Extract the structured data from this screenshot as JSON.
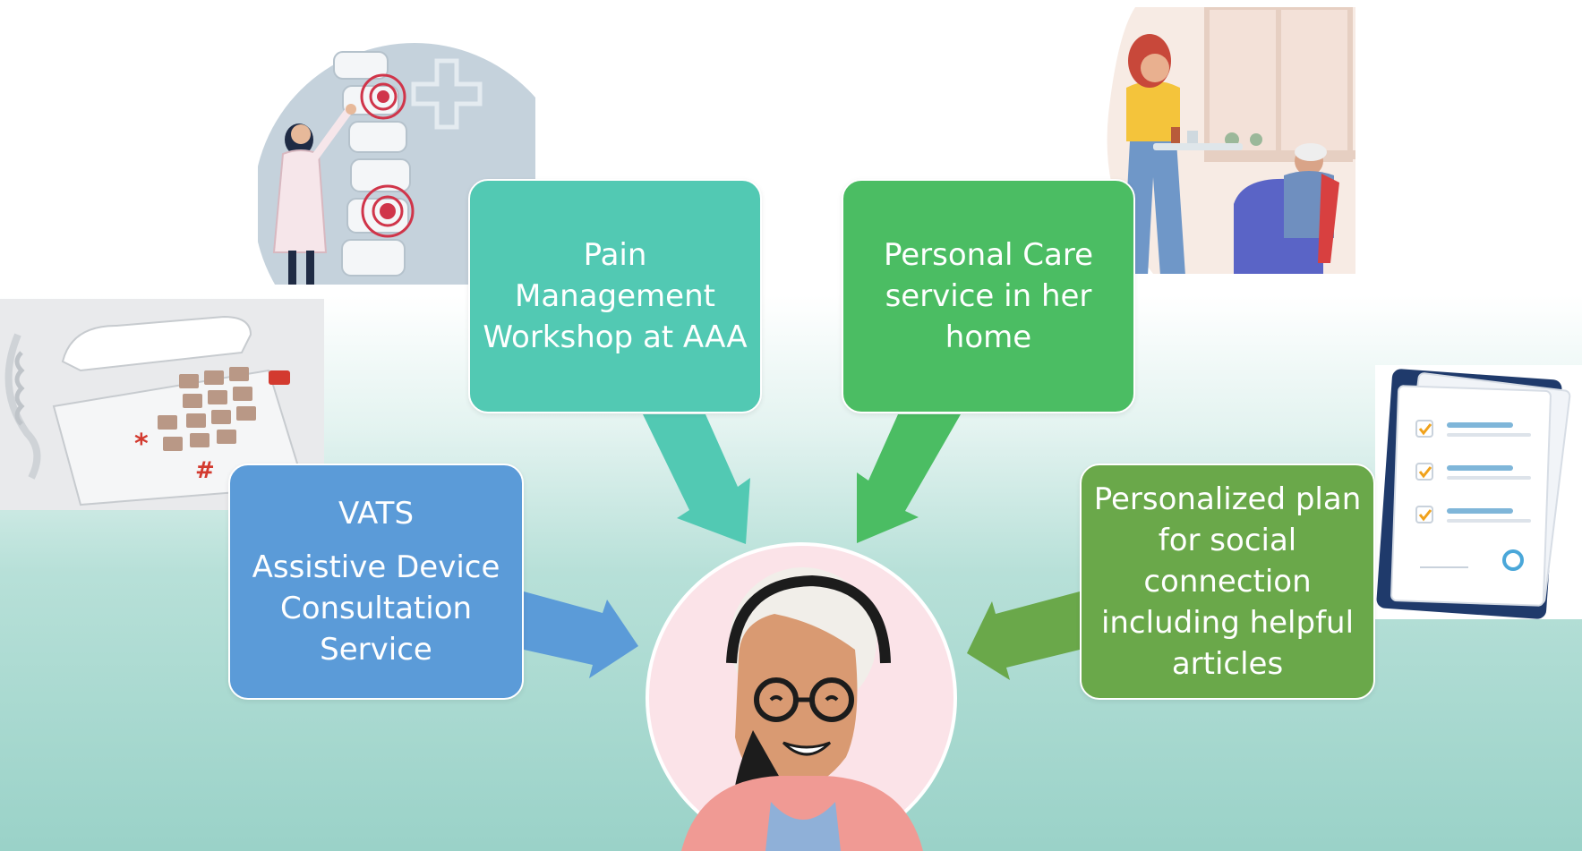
{
  "colors": {
    "pain_box": "#52c9b3",
    "care_box": "#4bbd63",
    "vats_box": "#5b9bd8",
    "plan_box": "#6aa84a",
    "background_bottom": "#9ad2c8"
  },
  "nodes": {
    "pain": {
      "label": "Pain Management Workshop at AAA"
    },
    "care": {
      "label": "Personal Care service in her home"
    },
    "vats": {
      "title": "VATS",
      "label": "Assistive Device Consultation Service"
    },
    "plan": {
      "label": "Personalized plan for social connection including helpful articles"
    }
  },
  "images": {
    "spine": "doctor-spine-illustration",
    "caregiver": "caregiver-serving-elder-illustration",
    "phone": "picture-button-telephone-photo",
    "checklist": "clipboard-checklist-illustration",
    "elder": "smiling-elderly-woman-avatar"
  }
}
